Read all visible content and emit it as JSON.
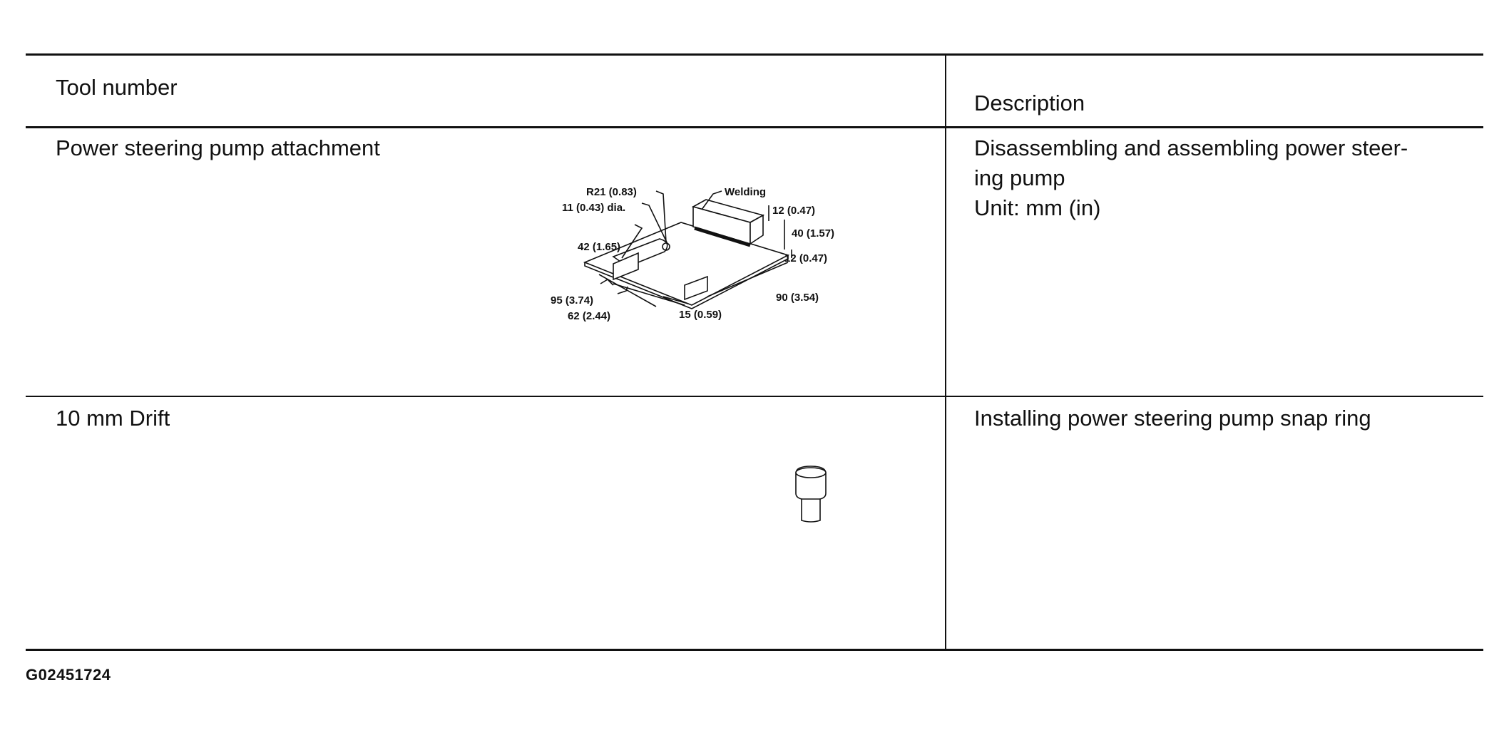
{
  "table": {
    "headers": {
      "tool": "Tool number",
      "description": "Description"
    },
    "rows": [
      {
        "tool": "Power steering pump attachment",
        "description_lines": [
          "Disassembling and assembling power steer-",
          "ing pump",
          "Unit: mm (in)"
        ],
        "figure": {
          "icon": "pump-attachment-drawing",
          "labels": {
            "r21": "R21 (0.83)",
            "hole": "11 (0.43) dia.",
            "welding": "Welding",
            "d12a": "12 (0.47)",
            "d40": "40 (1.57)",
            "d12b": "12 (0.47)",
            "d42": "42 (1.65)",
            "d95": "95 (3.74)",
            "d62": "62 (2.44)",
            "d15": "15 (0.59)",
            "d90": "90 (3.54)"
          }
        }
      },
      {
        "tool": "10 mm Drift",
        "description_lines": [
          "Installing power steering pump snap ring"
        ],
        "figure": {
          "icon": "drift-drawing"
        }
      }
    ]
  },
  "footer": {
    "code": "G02451724"
  }
}
